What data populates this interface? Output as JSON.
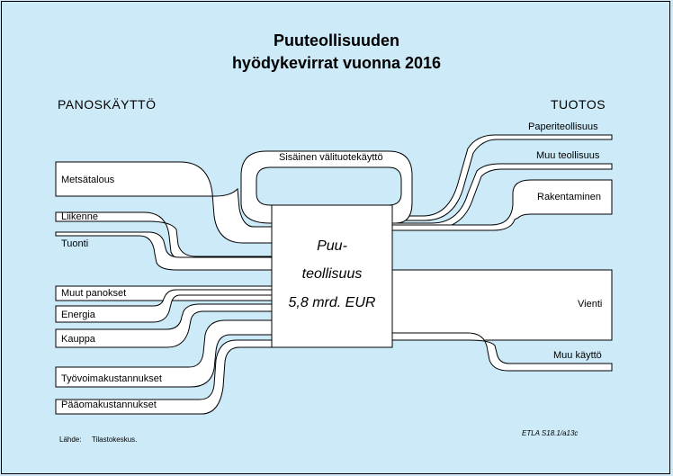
{
  "title": {
    "line1": "Puuteollisuuden",
    "line2": "hyödykevirrat  vuonna  2016"
  },
  "headers": {
    "left": "PANOSKÄYTTÖ",
    "right": "TUOTOS"
  },
  "center": {
    "line1": "Puu-",
    "line2": "teollisuus",
    "line3": "5,8 mrd. EUR"
  },
  "internal_flow": "Sisäinen välituotekäyttö",
  "inputs": [
    "Metsätalous",
    "Liikenne",
    "Tuonti",
    "Muut panokset",
    "Energia",
    "Kauppa",
    "Työvoimakustannukset",
    "Pääomakustannukset"
  ],
  "outputs": [
    "Paperiteollisuus",
    "Muu teollisuus",
    "Rakentaminen",
    "Vienti",
    "Muu käyttö"
  ],
  "footer": {
    "source_label": "Lähde:",
    "source": "Tilastokeskus.",
    "code": "ETLA S18.1/a13c"
  },
  "colors": {
    "background": "#cdeaf8",
    "band": "#ffffff",
    "stroke": "#000000"
  }
}
